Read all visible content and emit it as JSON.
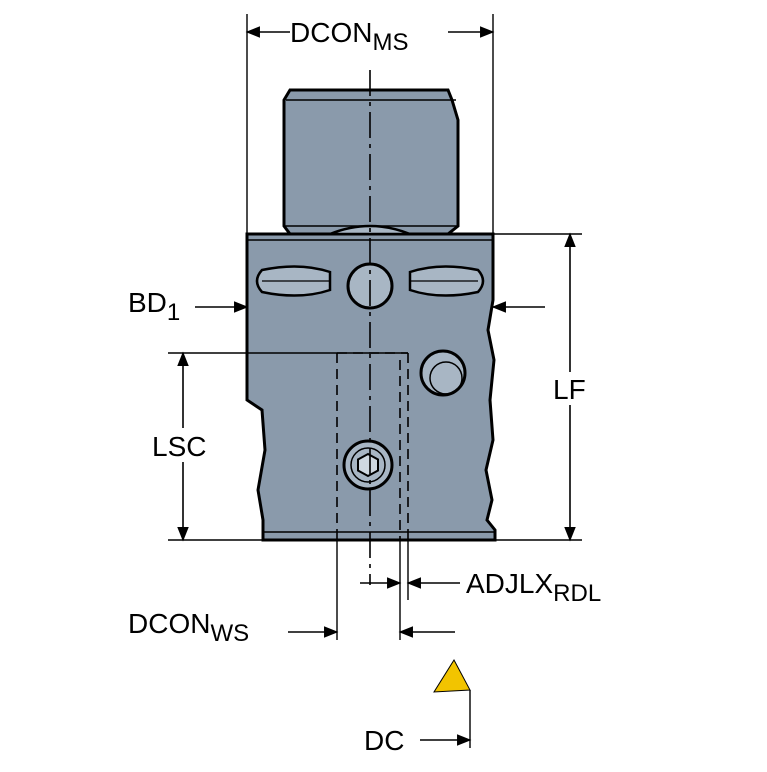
{
  "labels": {
    "dcon_ms": {
      "main": "DCON",
      "sub": "MS"
    },
    "bd1": {
      "main": "BD",
      "sub": "1"
    },
    "lf": {
      "main": "LF"
    },
    "lsc": {
      "main": "LSC"
    },
    "adjlx_rdl": {
      "main": "ADJLX",
      "sub": "RDL"
    },
    "dcon_ws": {
      "main": "DCON",
      "sub": "WS"
    },
    "dc": {
      "main": "DC"
    }
  },
  "colors": {
    "body": "#8a9aab",
    "body_light": "#a8b6c4",
    "outline": "#000000",
    "insert": "#f2c400"
  }
}
